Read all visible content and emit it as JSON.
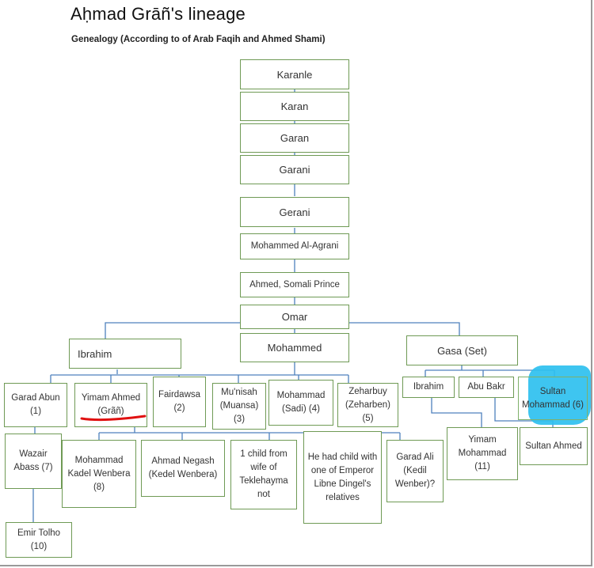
{
  "title": "Aḥmad Grāñ's lineage",
  "subtitle": "Genealogy (According to of Arab Faqih and Ahmed Shami)",
  "nodes": {
    "karanle": "Karanle",
    "karan": "Karan",
    "garan": "Garan",
    "garani": "Garani",
    "gerani": "Gerani",
    "mohammed_al_agrani": "Mohammed Al-Agrani",
    "ahmed_somali_prince": "Ahmed, Somali Prince",
    "omar": "Omar",
    "ibrahim": "Ibrahim",
    "mohammed": "Mohammed",
    "gasa": "Gasa (Set)",
    "garad_abun": "Garad Abun (1)",
    "yimam_ahmed": "Yimam Ahmed (Grãñ)",
    "fairdawsa": "Fairdawsa (2)",
    "munisah": "Mu'nisah (Muansa) (3)",
    "mohammad_sadi": "Mohammad (Sadi) (4)",
    "zeharbuy": "Zeharbuy (Zeharben) (5)",
    "ibrahim2": "Ibrahim",
    "abu_bakr": "Abu Bakr",
    "sultan_mohammad": "Sultan Mohammad (6)",
    "wazair_abass": "Wazair Abass (7)",
    "mohammad_kadel": "Mohammad Kadel Wenbera (8)",
    "ahmad_negash": "Ahmad Negash (Kedel Wenbera)",
    "one_child": "1 child from wife of Teklehayma not",
    "he_had_child": "He had child with one of Emperor Libne Dingel's relatives",
    "garad_ali": "Garad Ali (Kedil Wenber)?",
    "yimam_mohammad": "Yimam Mohammad (11)",
    "sultan_ahmed": "Sultan Ahmed",
    "emir_tolho": "Emir Tolho (10)"
  },
  "colors": {
    "box_border": "#6f9a55",
    "connector": "#4f81bd",
    "highlight": "#2ec0ef",
    "underline": "#e01010"
  }
}
